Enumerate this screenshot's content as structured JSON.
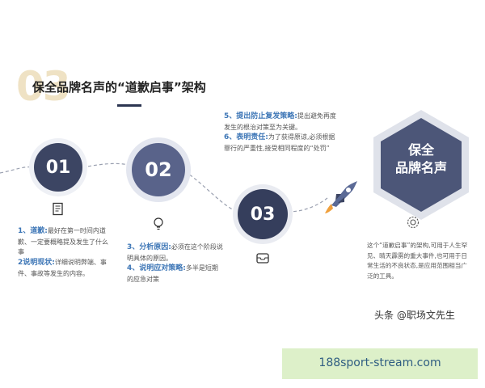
{
  "header": {
    "deco_number": "03",
    "title": "保全品牌名声的“道歉启事”架构"
  },
  "steps": [
    {
      "number": "01"
    },
    {
      "number": "02"
    },
    {
      "number": "03"
    }
  ],
  "blocks": {
    "b1_h1": "1、道歉:",
    "b1_t1": "最好在第一时间内道歉、一定要概略提及发生了什么事",
    "b1_h2": "2说明现状:",
    "b1_t2": "详细说明弊端、事件、事故等发生的内容。",
    "b2_h1": "3、分析原因:",
    "b2_t1": "必须在这个阶段说明具体的原因。",
    "b2_h2": "4、说明应对策略:",
    "b2_t2": "多半是短期的应急对策",
    "b3_h1": "5、提出防止复发策略:",
    "b3_t1": "提出避免再度发生的根治对策至为关键。",
    "b3_h2": "6、表明责任:",
    "b3_t2": "为了获得原谅,必须根据罪行的严重性,接受相同程度的“处罚”",
    "b4": "这个“道歉启事”的架构,可用于人生罕见、晴天霹雳的重大事件,也可用于日常生活的不良状态,是应用范围相当广泛的工具。"
  },
  "hexagon": {
    "line1": "保全",
    "line2": "品牌名声"
  },
  "icons": [
    "document-icon",
    "lightbulb-icon",
    "inbox-tray-icon",
    "gear-icon",
    "rocket-icon"
  ],
  "colors": {
    "dark_navy": "#353e5c",
    "mid_navy": "#59638a",
    "accent_blue": "#3d76b6",
    "hex_fill": "#4c5678",
    "banner_bg": "#ddf0c9"
  },
  "watermark": "头条 @职场文先生",
  "banner": "188sport-stream.com"
}
